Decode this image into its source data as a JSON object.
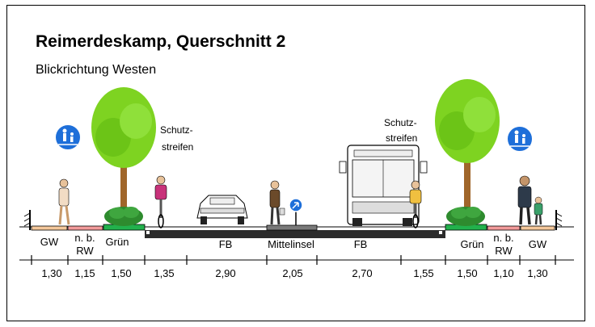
{
  "title": "Reimerdeskamp, Querschnitt 2",
  "subtitle": "Blickrichtung Westen",
  "annotations": {
    "left_lane_top": "Schutz-",
    "left_lane_bottom": "streifen",
    "right_lane_top": "Schutz-",
    "right_lane_bottom": "streifen"
  },
  "segments": [
    {
      "id": "gw-left",
      "label": [
        "GW"
      ],
      "width": "1,30",
      "color": "#f4c79a"
    },
    {
      "id": "rw-left",
      "label": [
        "n. b.",
        "RW"
      ],
      "width": "1,15",
      "color": "#f29a9a"
    },
    {
      "id": "gruen-left",
      "label": [
        "Grün"
      ],
      "width": "1,50",
      "color": "#22b14c"
    },
    {
      "id": "schutz-left",
      "label": [],
      "width": "1,35",
      "color": "#2b2b2b"
    },
    {
      "id": "fb-left",
      "label": [
        "FB"
      ],
      "width": "2,90",
      "color": "#2b2b2b"
    },
    {
      "id": "mittelinsel",
      "label": [
        "Mittelinsel"
      ],
      "width": "2,05",
      "color": "#2b2b2b"
    },
    {
      "id": "fb-right",
      "label": [
        "FB"
      ],
      "width": "2,70",
      "color": "#2b2b2b"
    },
    {
      "id": "schutz-right",
      "label": [],
      "width": "1,55",
      "color": "#2b2b2b"
    },
    {
      "id": "gruen-right",
      "label": [
        "Grün"
      ],
      "width": "1,50",
      "color": "#22b14c"
    },
    {
      "id": "rw-right",
      "label": [
        "n. b.",
        "RW"
      ],
      "width": "1,10",
      "color": "#f29a9a"
    },
    {
      "id": "gw-right",
      "label": [
        "GW"
      ],
      "width": "1,30",
      "color": "#f4c79a"
    }
  ],
  "colors": {
    "road": "#2b2b2b",
    "tree_canopy": "#7ed321",
    "tree_trunk": "#a0662a",
    "sign_blue": "#1e6fd9",
    "shrub": "#2e8b2e"
  },
  "icons": [
    "shared-path-sign-icon",
    "tree-icon",
    "pedestrian-icon",
    "cyclist-icon",
    "car-icon",
    "bus-icon",
    "keep-right-sign-icon",
    "shrub-icon",
    "wall-icon"
  ]
}
